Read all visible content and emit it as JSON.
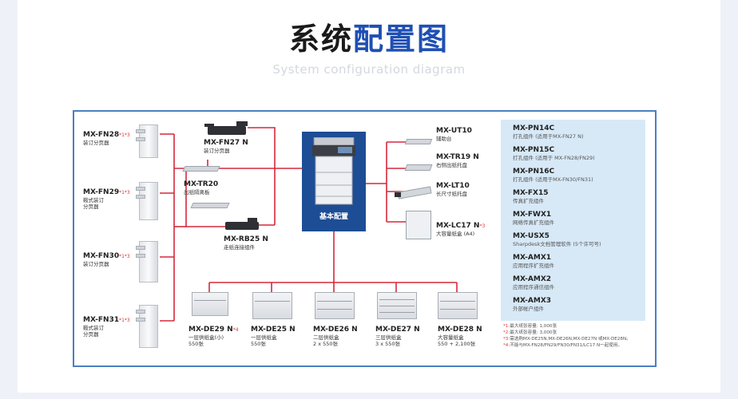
{
  "title": {
    "part1": "系统",
    "part2": "配置图"
  },
  "subtitle": "System configuration diagram",
  "center": {
    "label": "基本配置"
  },
  "left_devices": [
    {
      "model": "MX-FN28",
      "mark": "*1*3",
      "desc": [
        "装订分页器"
      ]
    },
    {
      "model": "MX-FN29",
      "mark": "*1*3",
      "desc": [
        "鞍式装订",
        "分页器"
      ]
    },
    {
      "model": "MX-FN30",
      "mark": "*1*3",
      "desc": [
        "装订分页器"
      ]
    },
    {
      "model": "MX-FN31",
      "mark": "*1*3",
      "desc": [
        "鞍式装订",
        "分页器"
      ]
    }
  ],
  "mid_devices": [
    {
      "model": "MX-FN27 N",
      "desc": "装订分页器"
    },
    {
      "model": "MX-TR20",
      "desc": "出纸隔离板"
    },
    {
      "model": "MX-RB25 N",
      "desc": "走纸连接组件"
    }
  ],
  "right_devices": [
    {
      "model": "MX-UT10",
      "mark": "",
      "desc": "辅助台"
    },
    {
      "model": "MX-TR19 N",
      "mark": "",
      "desc": "右侧出纸托盘"
    },
    {
      "model": "MX-LT10",
      "mark": "",
      "desc": "长尺寸纸托盘"
    },
    {
      "model": "MX-LC17 N",
      "mark": "*3",
      "desc": "大容量纸盒 (A4)"
    }
  ],
  "feeders": [
    {
      "model": "MX-DE29 N",
      "mark": "*4",
      "desc": [
        "一层供纸盒(小)",
        "550张"
      ]
    },
    {
      "model": "MX-DE25 N",
      "mark": "",
      "desc": [
        "一层供纸盒",
        "550张"
      ]
    },
    {
      "model": "MX-DE26 N",
      "mark": "",
      "desc": [
        "二层供纸盒",
        "2 x 550张"
      ]
    },
    {
      "model": "MX-DE27 N",
      "mark": "",
      "desc": [
        "三层供纸盒",
        "3 x 550张"
      ]
    },
    {
      "model": "MX-DE28 N",
      "mark": "",
      "desc": [
        "大容量纸盒",
        "550 + 2,100张"
      ]
    }
  ],
  "options": [
    {
      "model": "MX-PN14C",
      "desc": "打孔组件 (适用于MX-FN27 N)"
    },
    {
      "model": "MX-PN15C",
      "desc": "打孔组件 (适用于 MX-FN28/FN29)"
    },
    {
      "model": "MX-PN16C",
      "desc": "打孔组件 (适用于MX-FN30/FN31)"
    },
    {
      "model": "MX-FX15",
      "desc": "传真扩充组件"
    },
    {
      "model": "MX-FWX1",
      "desc": "网络传真扩充组件"
    },
    {
      "model": "MX-USX5",
      "desc": "Sharpdesk文档管理软件 (5个许可号)"
    },
    {
      "model": "MX-AMX1",
      "desc": "应用程序扩充组件"
    },
    {
      "model": "MX-AMX2",
      "desc": "应用程序通信组件"
    },
    {
      "model": "MX-AMX3",
      "desc": "外部帐户组件"
    }
  ],
  "notes": [
    {
      "mark": "*1:",
      "text": "最大纸张容量: 1,000张"
    },
    {
      "mark": "*2:",
      "text": "最大纸张容量: 3,000张"
    },
    {
      "mark": "*3:",
      "text": "需选购MX-DE25N,MX-DE26N,MX-DE27N 或MX-DE28N。"
    },
    {
      "mark": "*4:",
      "text": "不能与MX-FN28/FN29/FN30/FN31/LC17 N一起使用。"
    }
  ],
  "colors": {
    "accent": "#1f4fb3",
    "line": "#d6283b",
    "center": "#1d4d95",
    "frame": "#4a7fc1",
    "panel": "#d7e9f7"
  }
}
